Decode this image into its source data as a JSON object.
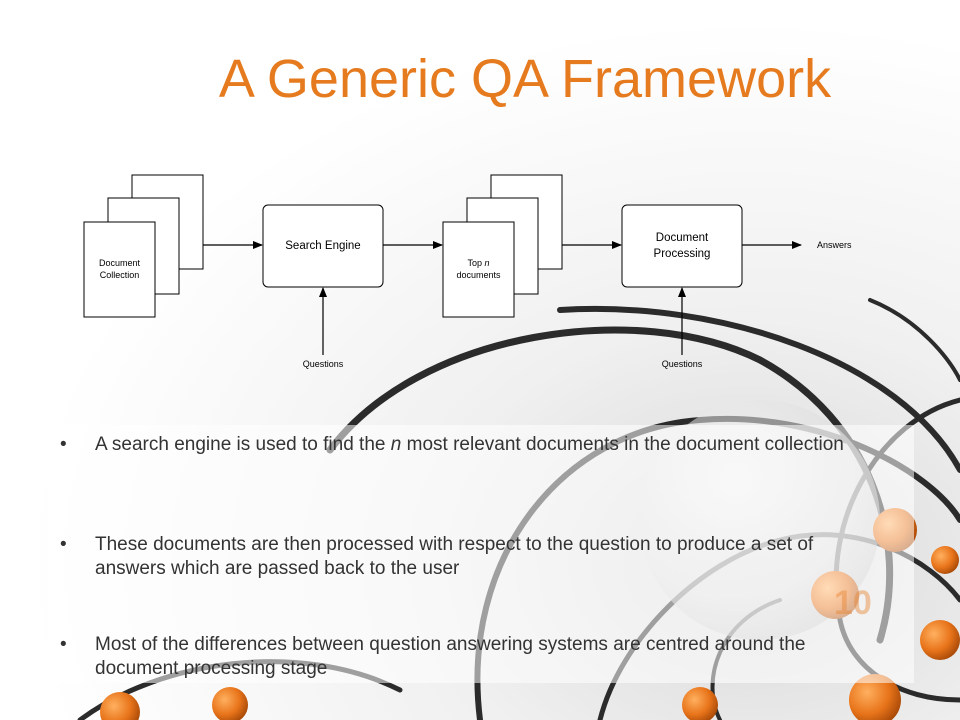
{
  "slide": {
    "title": "A Generic QA Framework",
    "page_number": "10",
    "accent_color": "#e57b1e"
  },
  "diagram": {
    "doc_collection_line1": "Document",
    "doc_collection_line2": "Collection",
    "search_engine": "Search Engine",
    "top_n_prefix": "Top",
    "top_n_var": "n",
    "top_n_line2": "documents",
    "doc_processing_line1": "Document",
    "doc_processing_line2": "Processing",
    "answers": "Answers",
    "questions_1": "Questions",
    "questions_2": "Questions"
  },
  "bullets": {
    "b1_pre": "A search engine is used to find the ",
    "b1_em": "n",
    "b1_post": " most relevant documents in the document collection",
    "b2": "These documents are then processed with respect to the question to produce a set of answers which are passed back to the user",
    "b3": "Most of the differences between question answering systems are centred around the document processing stage",
    "marker": "•"
  }
}
